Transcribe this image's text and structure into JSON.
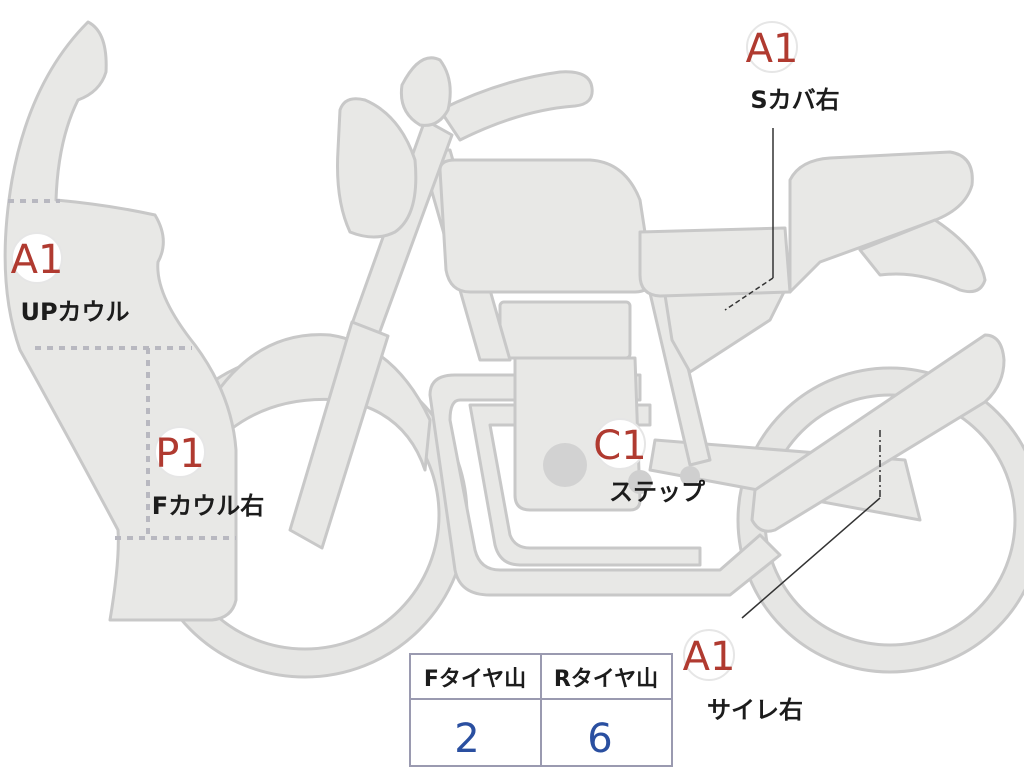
{
  "colors": {
    "body_fill": "#e8e8e6",
    "body_stroke": "#c8c8c8",
    "grade_text": "#b03a30",
    "value_text": "#2a4fa0",
    "label_text": "#1c1c1c"
  },
  "annotations": [
    {
      "grade": "A1",
      "part": "Sカバ右"
    },
    {
      "grade": "A1",
      "part": "UPカウル"
    },
    {
      "grade": "P1",
      "part": "Fカウル右"
    },
    {
      "grade": "C1",
      "part": "ステップ"
    },
    {
      "grade": "A1",
      "part": "サイレ右"
    }
  ],
  "tread_table": {
    "headers": [
      "Fタイヤ山",
      "Rタイヤ山"
    ],
    "values": [
      "2",
      "6"
    ]
  }
}
